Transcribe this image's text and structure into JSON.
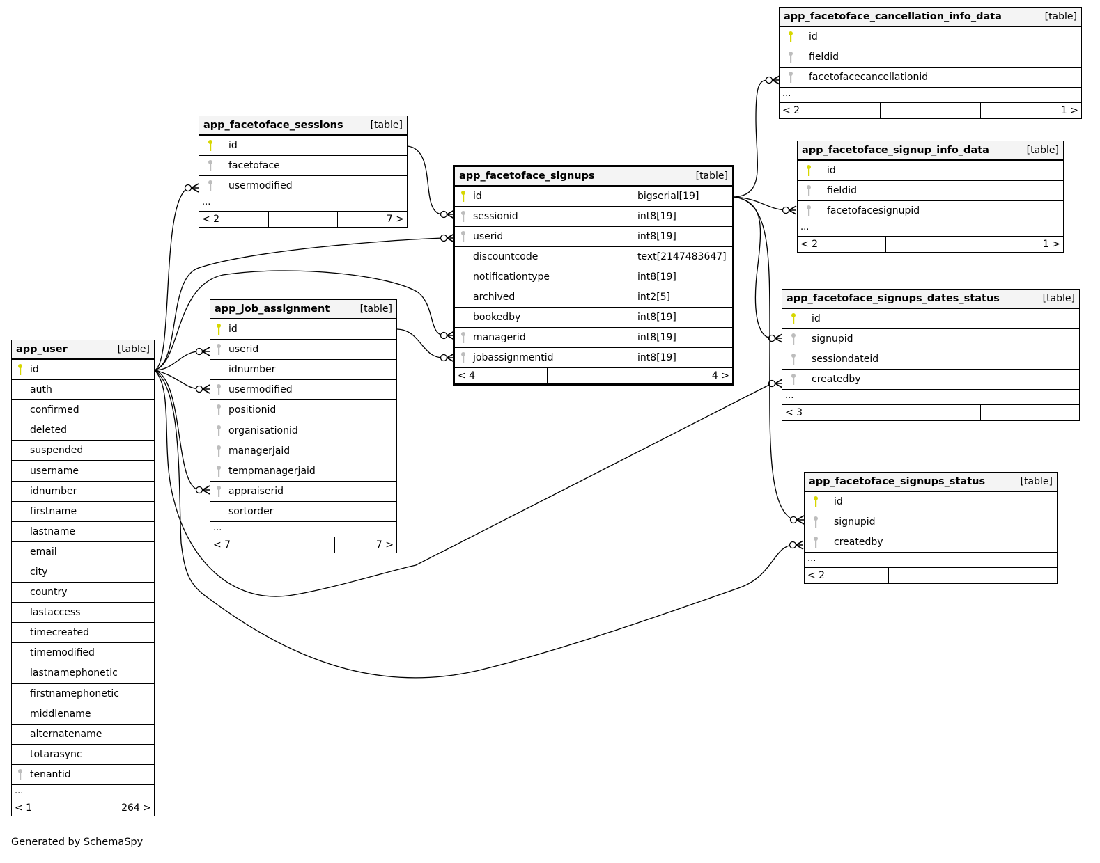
{
  "footer": {
    "generated_by": "Generated by SchemaSpy"
  },
  "colors": {
    "primary_key": "#d7d700",
    "foreign_key": "#bdbdbd",
    "header_bg": "#f4f4f4",
    "line": "#000000"
  },
  "tables": {
    "app_user": {
      "name": "app_user",
      "kind": "[table]",
      "columns": [
        {
          "name": "id",
          "key": "pk"
        },
        {
          "name": "auth",
          "key": ""
        },
        {
          "name": "confirmed",
          "key": ""
        },
        {
          "name": "deleted",
          "key": ""
        },
        {
          "name": "suspended",
          "key": ""
        },
        {
          "name": "username",
          "key": ""
        },
        {
          "name": "idnumber",
          "key": ""
        },
        {
          "name": "firstname",
          "key": ""
        },
        {
          "name": "lastname",
          "key": ""
        },
        {
          "name": "email",
          "key": ""
        },
        {
          "name": "city",
          "key": ""
        },
        {
          "name": "country",
          "key": ""
        },
        {
          "name": "lastaccess",
          "key": ""
        },
        {
          "name": "timecreated",
          "key": ""
        },
        {
          "name": "timemodified",
          "key": ""
        },
        {
          "name": "lastnamephonetic",
          "key": ""
        },
        {
          "name": "firstnamephonetic",
          "key": ""
        },
        {
          "name": "middlename",
          "key": ""
        },
        {
          "name": "alternatename",
          "key": ""
        },
        {
          "name": "totarasync",
          "key": ""
        },
        {
          "name": "tenantid",
          "key": "fk"
        }
      ],
      "ellipsis": "...",
      "parents": "< 1",
      "middle": "",
      "children": "264 >"
    },
    "app_facetoface_sessions": {
      "name": "app_facetoface_sessions",
      "kind": "[table]",
      "columns": [
        {
          "name": "id",
          "key": "pk"
        },
        {
          "name": "facetoface",
          "key": "fk"
        },
        {
          "name": "usermodified",
          "key": "fk"
        }
      ],
      "ellipsis": "...",
      "parents": "< 2",
      "middle": "",
      "children": "7 >"
    },
    "app_job_assignment": {
      "name": "app_job_assignment",
      "kind": "[table]",
      "columns": [
        {
          "name": "id",
          "key": "pk"
        },
        {
          "name": "userid",
          "key": "fk"
        },
        {
          "name": "idnumber",
          "key": ""
        },
        {
          "name": "usermodified",
          "key": "fk"
        },
        {
          "name": "positionid",
          "key": "fk"
        },
        {
          "name": "organisationid",
          "key": "fk"
        },
        {
          "name": "managerjaid",
          "key": "fk"
        },
        {
          "name": "tempmanagerjaid",
          "key": "fk"
        },
        {
          "name": "appraiserid",
          "key": "fk"
        },
        {
          "name": "sortorder",
          "key": ""
        }
      ],
      "ellipsis": "...",
      "parents": "< 7",
      "middle": "",
      "children": "7 >"
    },
    "app_facetoface_signups": {
      "name": "app_facetoface_signups",
      "kind": "[table]",
      "columns": [
        {
          "name": "id",
          "key": "pk",
          "type": "bigserial[19]"
        },
        {
          "name": "sessionid",
          "key": "fk",
          "type": "int8[19]"
        },
        {
          "name": "userid",
          "key": "fk",
          "type": "int8[19]"
        },
        {
          "name": "discountcode",
          "key": "",
          "type": "text[2147483647]"
        },
        {
          "name": "notificationtype",
          "key": "",
          "type": "int8[19]"
        },
        {
          "name": "archived",
          "key": "",
          "type": "int2[5]"
        },
        {
          "name": "bookedby",
          "key": "",
          "type": "int8[19]"
        },
        {
          "name": "managerid",
          "key": "fk",
          "type": "int8[19]"
        },
        {
          "name": "jobassignmentid",
          "key": "fk",
          "type": "int8[19]"
        }
      ],
      "parents": "< 4",
      "middle": "",
      "children": "4 >"
    },
    "app_facetoface_cancellation_info_data": {
      "name": "app_facetoface_cancellation_info_data",
      "kind": "[table]",
      "columns": [
        {
          "name": "id",
          "key": "pk"
        },
        {
          "name": "fieldid",
          "key": "fk"
        },
        {
          "name": "facetofacecancellationid",
          "key": "fk"
        }
      ],
      "ellipsis": "...",
      "parents": "< 2",
      "middle": "",
      "children": "1 >"
    },
    "app_facetoface_signup_info_data": {
      "name": "app_facetoface_signup_info_data",
      "kind": "[table]",
      "columns": [
        {
          "name": "id",
          "key": "pk"
        },
        {
          "name": "fieldid",
          "key": "fk"
        },
        {
          "name": "facetofacesignupid",
          "key": "fk"
        }
      ],
      "ellipsis": "...",
      "parents": "< 2",
      "middle": "",
      "children": "1 >"
    },
    "app_facetoface_signups_dates_status": {
      "name": "app_facetoface_signups_dates_status",
      "kind": "[table]",
      "columns": [
        {
          "name": "id",
          "key": "pk"
        },
        {
          "name": "signupid",
          "key": "fk"
        },
        {
          "name": "sessiondateid",
          "key": "fk"
        },
        {
          "name": "createdby",
          "key": "fk"
        }
      ],
      "ellipsis": "...",
      "parents": "< 3",
      "middle": "",
      "children": ""
    },
    "app_facetoface_signups_status": {
      "name": "app_facetoface_signups_status",
      "kind": "[table]",
      "columns": [
        {
          "name": "id",
          "key": "pk"
        },
        {
          "name": "signupid",
          "key": "fk"
        },
        {
          "name": "createdby",
          "key": "fk"
        }
      ],
      "ellipsis": "...",
      "parents": "< 2",
      "middle": "",
      "children": ""
    }
  },
  "relationships": [
    {
      "from": "app_user.id",
      "to": "app_facetoface_sessions.usermodified"
    },
    {
      "from": "app_user.id",
      "to": "app_facetoface_signups.userid"
    },
    {
      "from": "app_user.id",
      "to": "app_facetoface_signups.managerid"
    },
    {
      "from": "app_user.id",
      "to": "app_job_assignment.userid"
    },
    {
      "from": "app_user.id",
      "to": "app_job_assignment.usermodified"
    },
    {
      "from": "app_user.id",
      "to": "app_job_assignment.appraiserid"
    },
    {
      "from": "app_user.id",
      "to": "app_facetoface_signups_dates_status.createdby"
    },
    {
      "from": "app_user.id",
      "to": "app_facetoface_signups_status.createdby"
    },
    {
      "from": "app_facetoface_sessions.id",
      "to": "app_facetoface_signups.sessionid"
    },
    {
      "from": "app_job_assignment.id",
      "to": "app_facetoface_signups.jobassignmentid"
    },
    {
      "from": "app_facetoface_signups.id",
      "to": "app_facetoface_cancellation_info_data.facetofacecancellationid"
    },
    {
      "from": "app_facetoface_signups.id",
      "to": "app_facetoface_signup_info_data.facetofacesignupid"
    },
    {
      "from": "app_facetoface_signups.id",
      "to": "app_facetoface_signups_dates_status.signupid"
    },
    {
      "from": "app_facetoface_signups.id",
      "to": "app_facetoface_signups_status.signupid"
    }
  ]
}
